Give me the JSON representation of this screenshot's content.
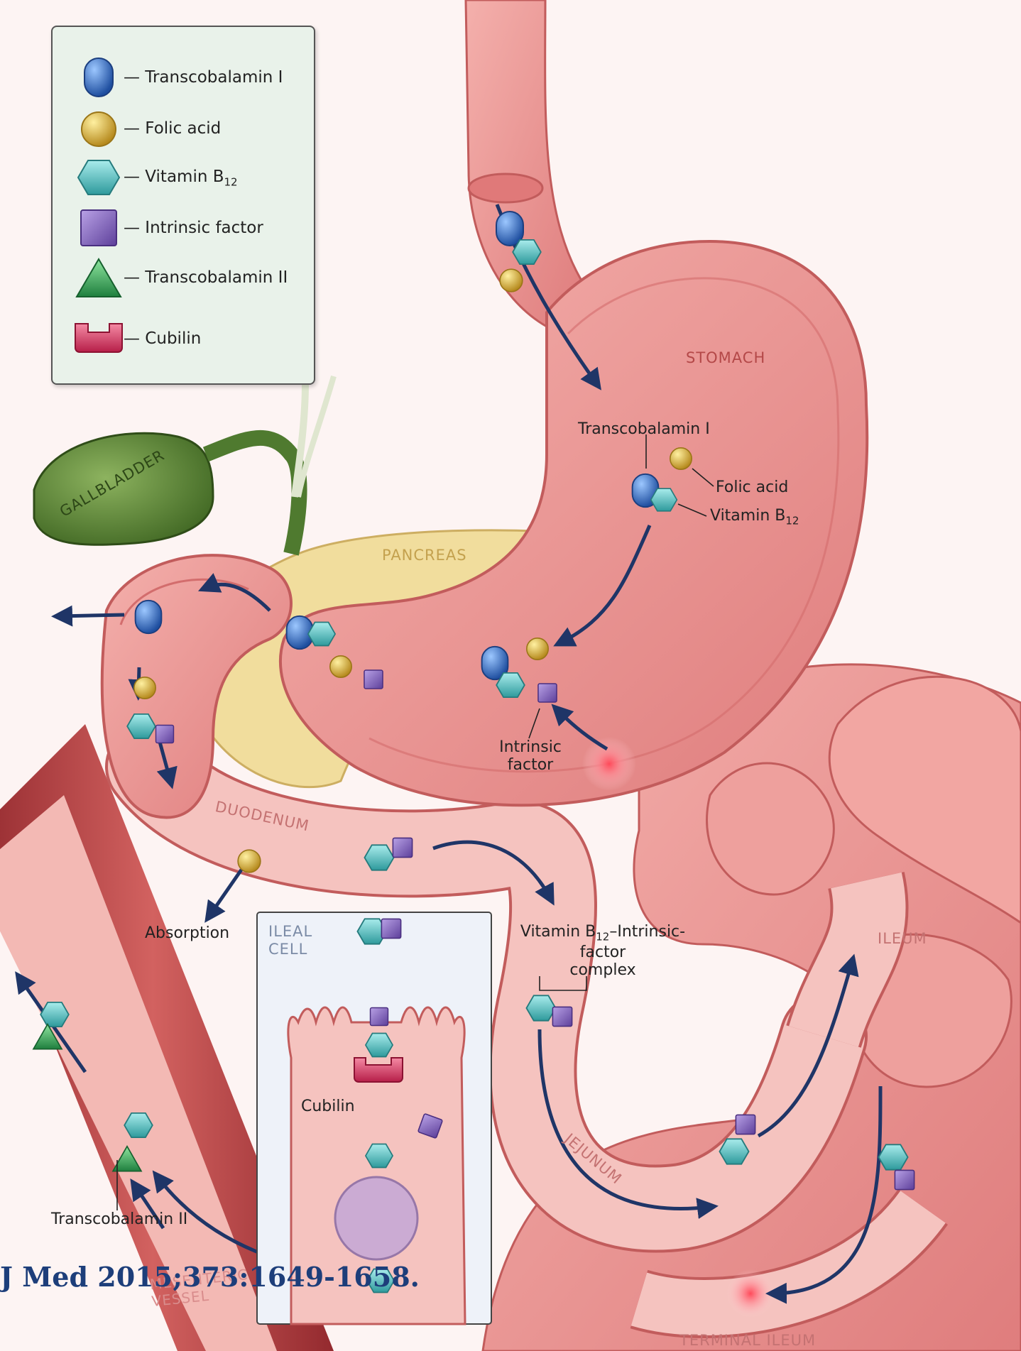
{
  "legend": {
    "items": [
      {
        "label": "— Transcobalamin I",
        "icon": "blue-capsule"
      },
      {
        "label": "— Folic acid",
        "icon": "yellow-sphere"
      },
      {
        "label": "— Vitamin B",
        "sub": "12",
        "icon": "teal-hexagon"
      },
      {
        "label": "— Intrinsic factor",
        "icon": "purple-square"
      },
      {
        "label": "— Transcobalamin II",
        "icon": "green-triangle"
      },
      {
        "label": "— Cubilin",
        "icon": "red-receptor"
      }
    ]
  },
  "organs": {
    "stomach": "STOMACH",
    "gallbladder": "GALLBLADDER",
    "pancreas": "PANCREAS",
    "duodenum": "DUODENUM",
    "jejunum": "JEJUNUM",
    "ileum": "ILEUM",
    "terminal_ileum": "TERMINAL ILEUM",
    "mesenteric_vessel_line1": "MESENTERIC",
    "mesenteric_vessel_line2": "VESSEL",
    "ileal_cell_line1": "ILEAL",
    "ileal_cell_line2": "CELL"
  },
  "labels": {
    "transcobalamin_1": "Transcobalamin I",
    "folic_acid": "Folic acid",
    "vitamin_b12": "Vitamin B",
    "vitamin_b12_sub": "12",
    "intrinsic_factor_line1": "Intrinsic",
    "intrinsic_factor_line2": "factor",
    "absorption": "Absorption",
    "complex_line1_a": "Vitamin B",
    "complex_line1_sub": "12",
    "complex_line1_b": "–Intrinsic-factor",
    "complex_line2": "complex",
    "cubilin": "Cubilin",
    "transcobalamin_2": "Transcobalamin II"
  },
  "citation": "J Med 2015;373:1649-1658.",
  "colors": {
    "transcobalamin_1": "#2f6fc4",
    "folic_acid": "#d9b23a",
    "vitamin_b12": "#5fc4c4",
    "intrinsic_factor": "#8a6cc0",
    "transcobalamin_2": "#3aa35a",
    "cubilin": "#d43c64",
    "arrow": "#1f3567",
    "tissue": "#e98c8c",
    "gallbladder": "#4f7a2f",
    "pancreas": "#f0dc96",
    "vessel": "#b33636"
  }
}
